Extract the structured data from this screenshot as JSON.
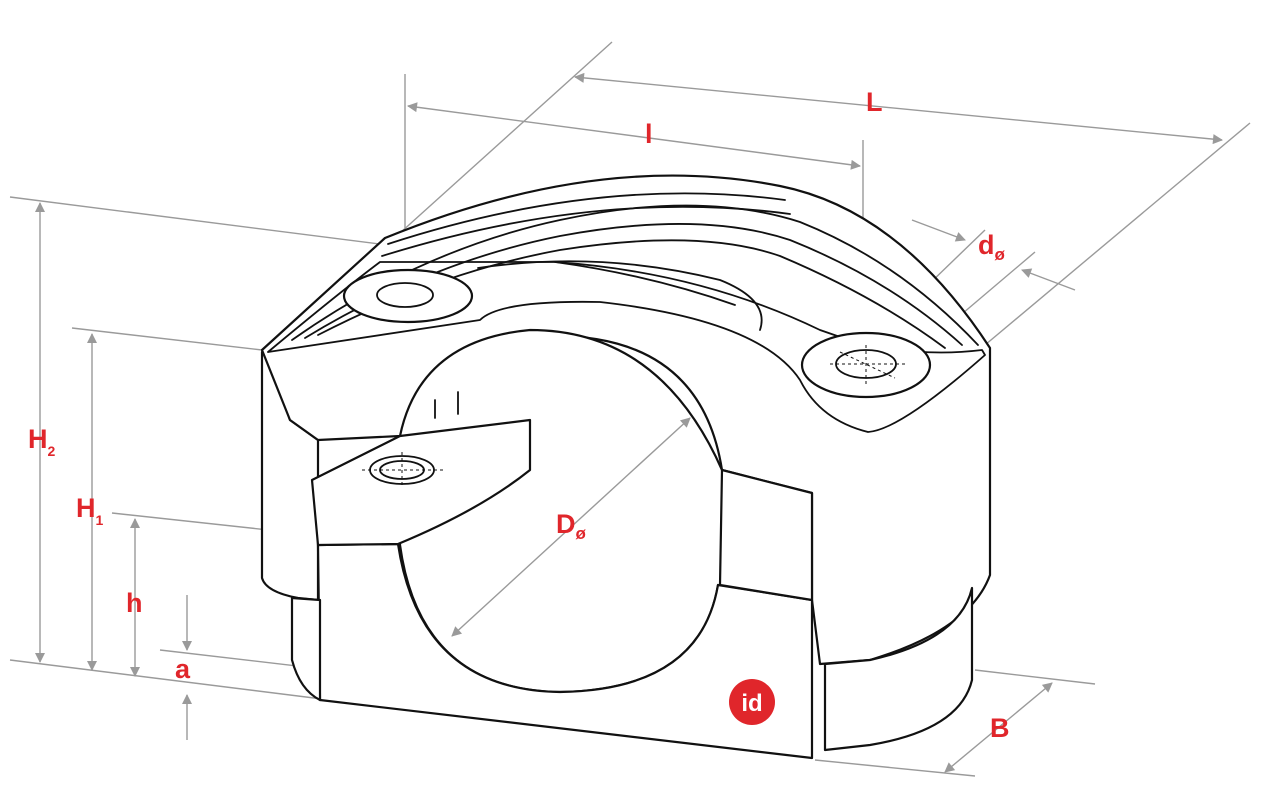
{
  "diagram": {
    "labels": {
      "L": "L",
      "l": "l",
      "d": "d",
      "d_symbol": "ø",
      "D": "D",
      "D_symbol": "ø",
      "H2": "H",
      "H2_sub": "2",
      "H1": "H",
      "H1_sub": "1",
      "h": "h",
      "a": "a",
      "B": "B"
    },
    "logo": {
      "text": "id",
      "color": "#e0262b"
    },
    "colors": {
      "label": "#e0262b",
      "dimension_line": "#9a9a9a",
      "outline": "#111111"
    }
  }
}
